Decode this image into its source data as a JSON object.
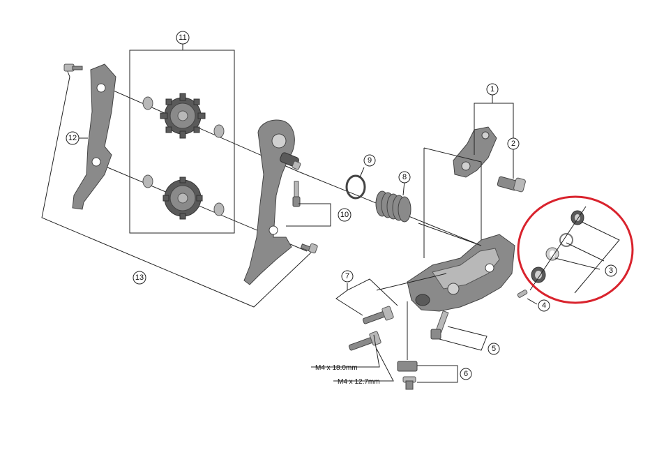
{
  "callouts": {
    "c1": "1",
    "c2": "2",
    "c3": "3",
    "c4": "4",
    "c5": "5",
    "c6": "6",
    "c7": "7",
    "c8": "8",
    "c9": "9",
    "c10": "10",
    "c11": "11",
    "c12": "12",
    "c13": "13"
  },
  "dimensions": {
    "bolt_long": "M4 x 18.0mm",
    "bolt_short": "M4 x 12.7mm"
  },
  "highlight": {
    "color": "#d9232d",
    "target_callout": "3"
  },
  "colors": {
    "part_fill": "#8a8a8a",
    "line": "#222222"
  }
}
